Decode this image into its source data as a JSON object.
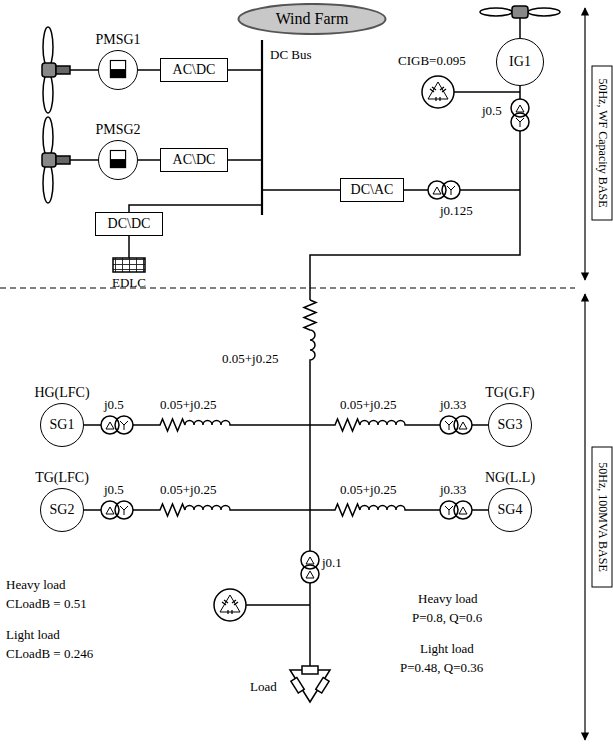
{
  "diagram": {
    "nodes": [
      {
        "text": [
          "Wind Farm"
        ]
      },
      {
        "text": [
          "PMSG1"
        ]
      },
      {
        "text": [
          "AC\\DC"
        ]
      },
      {
        "text": [
          "PMSG2"
        ]
      },
      {
        "text": [
          "AC\\DC"
        ]
      },
      {
        "text": [
          "DC\\DC"
        ]
      },
      {
        "text": [
          "DC\\AC"
        ]
      },
      {
        "text": [
          "IG1"
        ]
      },
      {
        "text": [
          "HG(LFC)",
          "SG1"
        ]
      },
      {
        "text": [
          "TG(G.F)",
          "SG3"
        ]
      },
      {
        "text": [
          "TG(LFC)",
          "SG2"
        ]
      },
      {
        "text": [
          "NG(L.L)",
          "SG4"
        ]
      }
    ],
    "edges": [
      {
        "from": 1,
        "to": 2,
        "arrow": "none"
      },
      {
        "from": 3,
        "to": 4,
        "arrow": "none"
      }
    ],
    "labels": [
      "DC Bus",
      "CIGB=0.095",
      "j0.5",
      "j0.125",
      "EDLC",
      "0.05+j0.25",
      "j0.5",
      "0.05+j0.25",
      "0.05+j0.25",
      "j0.33",
      "j0.5",
      "0.05+j0.25",
      "0.05+j0.25",
      "j0.33",
      "j0.1",
      "Heavy load",
      "CLoadB = 0.51",
      "Light load",
      "CLoadB = 0.246",
      "Load",
      "Heavy load",
      "P=0.8, Q=0.6",
      "Light load",
      "P=0.48, Q=0.36",
      "50Hz, WF Capacity BASE",
      "50Hz, 100MVA BASE"
    ]
  }
}
